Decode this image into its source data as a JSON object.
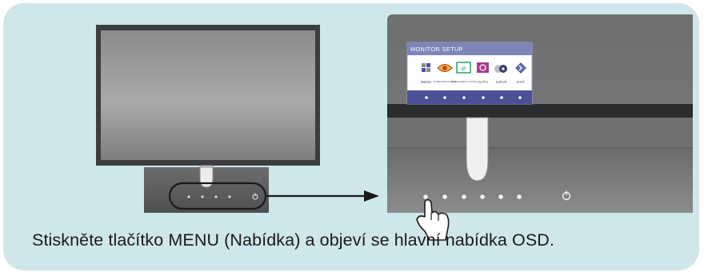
{
  "caption": "Stiskněte tlačítko MENU (Nabídka) a objeví se hlavní nabídka OSD.",
  "osd": {
    "title": "MONITOR SETUP",
    "items": [
      {
        "label": "MENU",
        "icon": "menu-grid-icon"
      },
      {
        "label": "SUPER RESOLUTION",
        "icon": "super-resolution-icon"
      },
      {
        "label": "SUPER ENERGY SAVING",
        "icon": "energy-saving-icon"
      },
      {
        "label": "AUTO",
        "icon": "auto-icon"
      },
      {
        "label": "INPUT",
        "icon": "input-icon"
      },
      {
        "label": "EXIT",
        "icon": "exit-icon"
      }
    ]
  },
  "colors": {
    "panel_bg": "#cfe6ea",
    "monitor_frame": "#58595b",
    "osd_header": "#7c86b8",
    "osd_bar": "#4a5295"
  }
}
